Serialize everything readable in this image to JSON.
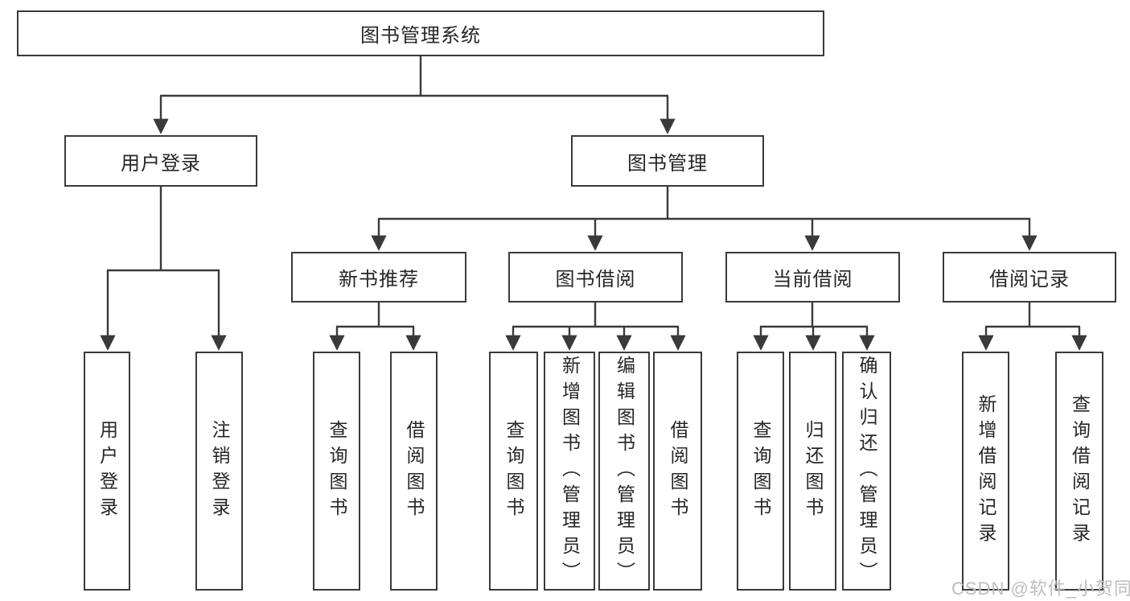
{
  "nodes": {
    "root": "图书管理系统",
    "branches": [
      {
        "name": "user-login",
        "label": "用户登录",
        "children": [
          "用户登录",
          "注销登录"
        ]
      },
      {
        "name": "book-management",
        "label": "图书管理",
        "sections": [
          {
            "name": "new-book-recommend",
            "label": "新书推荐",
            "children": [
              "查询图书",
              "借阅图书"
            ]
          },
          {
            "name": "book-borrow",
            "label": "图书借阅",
            "children": [
              "查询图书",
              "新增图书（管理员）",
              "编辑图书（管理员）",
              "借阅图书"
            ]
          },
          {
            "name": "current-borrow",
            "label": "当前借阅",
            "children": [
              "查询图书",
              "归还图书",
              "确认归还（管理员）"
            ]
          },
          {
            "name": "borrow-record",
            "label": "借阅记录",
            "children": [
              "新增借阅记录",
              "查询借阅记录"
            ]
          }
        ]
      }
    ]
  },
  "watermark": {
    "text": "CSDN @软件_小贺同学"
  },
  "colors": {
    "line": "#3a3a3a",
    "text": "#262626",
    "background": "#ffffff",
    "watermark": "#bdbdbd"
  }
}
